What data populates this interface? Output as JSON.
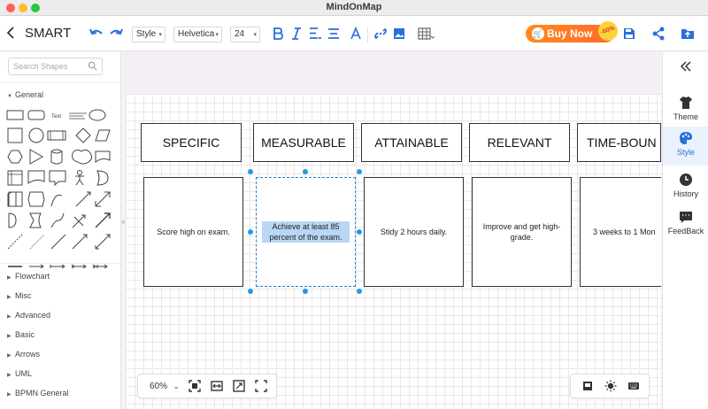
{
  "window": {
    "title": "MindOnMap"
  },
  "toolbar": {
    "doc_title": "SMART",
    "style_select": "Style",
    "font_select": "Helvetica",
    "size_select": "24",
    "buy_now": "Buy Now",
    "discount_badge": "-60%"
  },
  "left_panel": {
    "search_placeholder": "Search Shapes",
    "general_label": "General",
    "text_shape_label": "Text",
    "sections": [
      "Flowchart",
      "Misc",
      "Advanced",
      "Basic",
      "Arrows",
      "UML",
      "BPMN General"
    ]
  },
  "canvas": {
    "headers": [
      "SPECIFIC",
      "MEASURABLE",
      "ATTAINABLE",
      "RELEVANT",
      "TIME-BOUN"
    ],
    "bodies": [
      "Score high on exam.",
      "Achieve at least 85 percent of the exam.",
      "Stidy 2 hours daily.",
      "Improve and get high-grade.",
      "3 weeks to 1 Mon"
    ]
  },
  "bottom_bar": {
    "zoom": "60%"
  },
  "right_panel": {
    "items": [
      "Theme",
      "Style",
      "History",
      "FeedBack"
    ]
  },
  "colors": {
    "accent": "#2a6fdb",
    "buy_gradient_start": "#ff8a1e",
    "selection": "#1e9be8"
  }
}
